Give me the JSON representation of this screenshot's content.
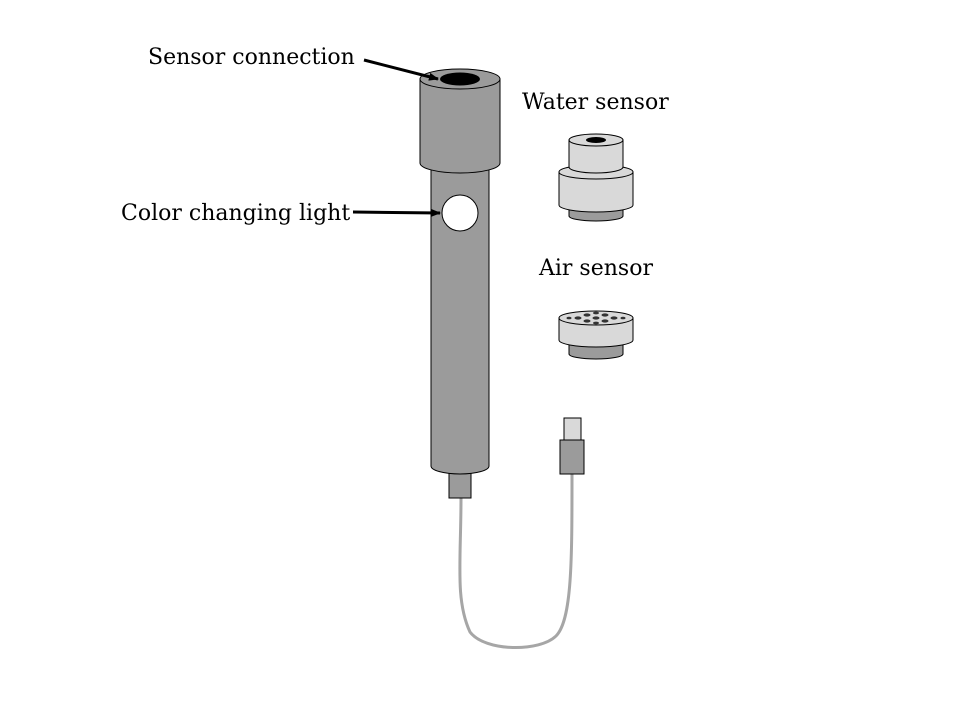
{
  "labels": {
    "sensor_connection": "Sensor connection",
    "color_changing_light": "Color changing light",
    "water_sensor": "Water sensor",
    "air_sensor": "Air sensor"
  },
  "colors": {
    "body_fill": "#9b9b9b",
    "sensor_light_fill": "#d9d9d9",
    "sensor_dark_fill": "#9b9b9b",
    "cable": "#a6a6a6",
    "outline": "#000000",
    "light_fill": "#ffffff"
  }
}
